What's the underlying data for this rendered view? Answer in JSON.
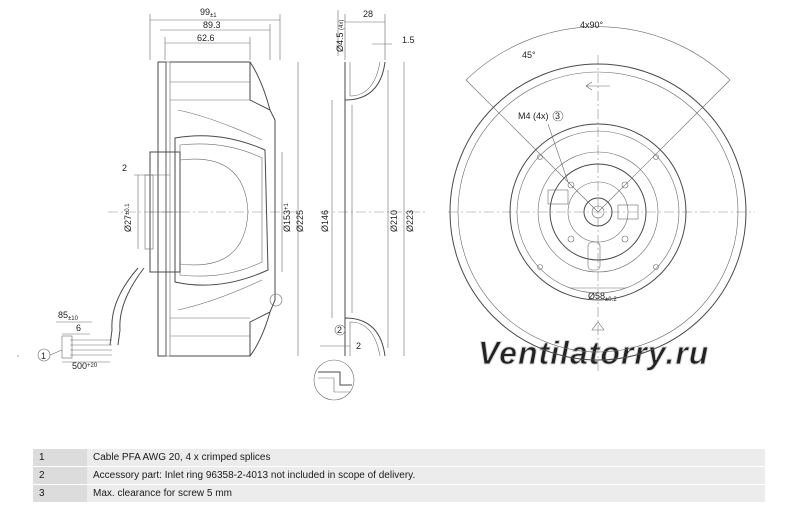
{
  "watermark": "Ventilatorry.ru",
  "dimensions": {
    "overall_width": "99",
    "overall_width_tol": "±1",
    "d893": "89.3",
    "d626": "62.6",
    "gap_2_left": "2",
    "d27": "Ø27",
    "d27_tol": "±0.1",
    "d153": "Ø153",
    "d153_tol": "+1",
    "d225": "Ø225",
    "cable_85": "85",
    "cable_85_tol": "±10",
    "cable_6": "6",
    "cable_500": "500",
    "cable_500_tol": "+20",
    "depth_28": "28",
    "hole_45": "Ø4.5",
    "hole_45_tol": "(4x)",
    "d15": "1.5",
    "d146": "Ø146",
    "d210": "Ø210",
    "d223": "Ø223",
    "detail_2": "2",
    "detail_gap_2": "2",
    "angle_4x90": "4x90°",
    "angle_45": "45°",
    "m4": "M4 (4x)",
    "m4_clearance": "3",
    "d58": "Ø58",
    "d58_tol": "±0.2",
    "marker_1": "1"
  },
  "notes": [
    {
      "num": "1",
      "text": "Cable PFA AWG 20, 4 x crimped splices"
    },
    {
      "num": "2",
      "text": "Accessory part: Inlet ring 96358-2-4013 not included in scope of delivery."
    },
    {
      "num": "3",
      "text": "Max. clearance for screw 5 mm"
    }
  ]
}
